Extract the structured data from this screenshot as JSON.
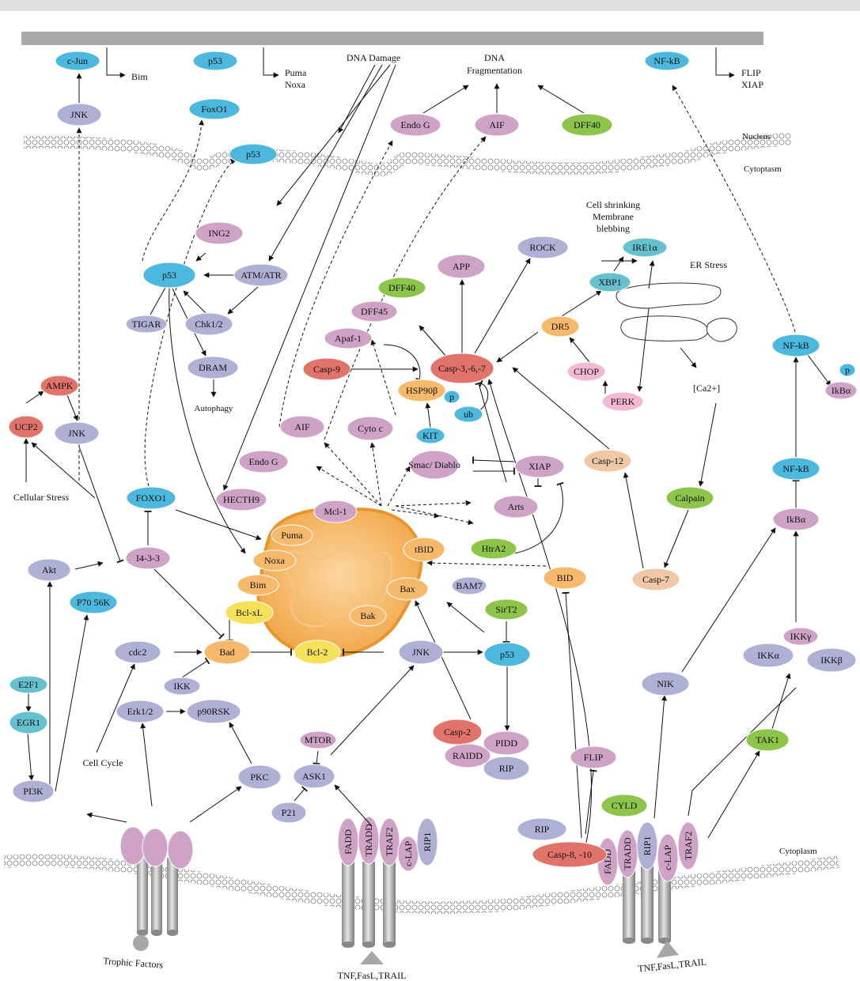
{
  "colors": {
    "lavender": "#aeb0d4",
    "blue": "#4cb8de",
    "pink": "#cfa3c6",
    "red": "#e2736a",
    "green": "#8cc54a",
    "orange": "#f6b96b",
    "yellow": "#f7e15b",
    "teal": "#66c1cf",
    "peach": "#f0c8a6",
    "lightpink": "#f4b8d4",
    "mito": "#f2a548",
    "membrane": "#cfcfcf"
  },
  "labels": {
    "nucleus": "Nucleus",
    "cytoptasm": "Cytoptasm",
    "cytoplasm": "Cytoplasm",
    "dna_damage": "DNA Damage",
    "dna_fragmentation_1": "DNA",
    "dna_fragmentation_2": "Fragmentation",
    "bim_out": "Bim",
    "puma_out": "Puma",
    "noxa_out": "Noxa",
    "flip_out": "FLIP",
    "xiap_out": "XIAP",
    "cell_shrinking": "Cell shrinking",
    "membrane": "Membrane",
    "blebbing": "blebbing",
    "er_stress": "ER Stress",
    "ca2": "[Ca2+]",
    "autophagy": "Autophagy",
    "cellular_stress": "Cellular Stress",
    "cell_cycle": "Cell Cycle",
    "trophic_factors": "Trophic Factors",
    "tnf_left": "TNF,FasL,TRAIL",
    "tnf_right": "TNF,FasL,TRAIL"
  },
  "nodes": [
    {
      "id": "cjun",
      "label": "c-Jun",
      "color": "blue"
    },
    {
      "id": "p53_top",
      "label": "p53",
      "color": "blue"
    },
    {
      "id": "nfkb_top",
      "label": "NF-kB",
      "color": "blue"
    },
    {
      "id": "jnk_top",
      "label": "JNK",
      "color": "lavender"
    },
    {
      "id": "foxo1_top",
      "label": "FoxO1",
      "color": "blue"
    },
    {
      "id": "p53_nuc",
      "label": "p53",
      "color": "blue"
    },
    {
      "id": "endog_top",
      "label": "Endo G",
      "color": "pink"
    },
    {
      "id": "aif_top",
      "label": "AIF",
      "color": "pink"
    },
    {
      "id": "dff40_top",
      "label": "DFF40",
      "color": "green"
    },
    {
      "id": "ing2",
      "label": "ING2",
      "color": "pink"
    },
    {
      "id": "p53_main",
      "label": "p53",
      "color": "blue"
    },
    {
      "id": "atm",
      "label": "ATM/ATR",
      "color": "lavender"
    },
    {
      "id": "chk",
      "label": "Chk1/2",
      "color": "lavender"
    },
    {
      "id": "tigar",
      "label": "TIGAR",
      "color": "lavender"
    },
    {
      "id": "dram",
      "label": "DRAM",
      "color": "lavender"
    },
    {
      "id": "app",
      "label": "APP",
      "color": "pink"
    },
    {
      "id": "rock",
      "label": "ROCK",
      "color": "lavender"
    },
    {
      "id": "ire1a",
      "label": "IRE1α",
      "color": "teal"
    },
    {
      "id": "xbp1",
      "label": "XBP1",
      "color": "teal"
    },
    {
      "id": "dff40_mid",
      "label": "DFF40",
      "color": "green"
    },
    {
      "id": "dff45",
      "label": "DFF45",
      "color": "pink"
    },
    {
      "id": "apaf",
      "label": "Apaf-1",
      "color": "pink"
    },
    {
      "id": "dr5",
      "label": "DR5",
      "color": "orange"
    },
    {
      "id": "casp9",
      "label": "Casp-9",
      "color": "red"
    },
    {
      "id": "casp3",
      "label": "Casp-3,-6,-7",
      "color": "red"
    },
    {
      "id": "hsp90",
      "label": "HSP90β",
      "color": "orange"
    },
    {
      "id": "p_small",
      "label": "p",
      "color": "blue"
    },
    {
      "id": "ub",
      "label": "ub",
      "color": "blue"
    },
    {
      "id": "kit",
      "label": "KIT",
      "color": "blue"
    },
    {
      "id": "chop",
      "label": "CHOP",
      "color": "lightpink"
    },
    {
      "id": "perk",
      "label": "PERK",
      "color": "lightpink"
    },
    {
      "id": "nfkb_mid",
      "label": "NF-kB",
      "color": "blue"
    },
    {
      "id": "p_right",
      "label": "p",
      "color": "blue"
    },
    {
      "id": "ikba_top",
      "label": "IkBα",
      "color": "pink"
    },
    {
      "id": "ampk",
      "label": "AMPK",
      "color": "red"
    },
    {
      "id": "ucp2",
      "label": "UCP2",
      "color": "red"
    },
    {
      "id": "jnk_left",
      "label": "JNK",
      "color": "lavender"
    },
    {
      "id": "aif_mid",
      "label": "AIF",
      "color": "pink"
    },
    {
      "id": "cytoc",
      "label": "Cyto c",
      "color": "pink"
    },
    {
      "id": "endog_mid",
      "label": "Endo G",
      "color": "pink"
    },
    {
      "id": "smac",
      "label": "Smac/ Diablo",
      "color": "pink"
    },
    {
      "id": "xiap",
      "label": "XIAP",
      "color": "pink"
    },
    {
      "id": "casp12",
      "label": "Casp-12",
      "color": "peach"
    },
    {
      "id": "hecth9",
      "label": "HECTH9",
      "color": "pink"
    },
    {
      "id": "foxo1",
      "label": "FOXO1",
      "color": "blue"
    },
    {
      "id": "mcl1",
      "label": "Mcl-1",
      "color": "pink"
    },
    {
      "id": "arts",
      "label": "Arts",
      "color": "pink"
    },
    {
      "id": "calpain",
      "label": "Calpain",
      "color": "green"
    },
    {
      "id": "nfkb_low",
      "label": "NF-kB",
      "color": "blue"
    },
    {
      "id": "puma",
      "label": "Puma",
      "color": "orange"
    },
    {
      "id": "htra2",
      "label": "HtrA2",
      "color": "green"
    },
    {
      "id": "ikba_low",
      "label": "IkBα",
      "color": "pink"
    },
    {
      "id": "noxa",
      "label": "Noxa",
      "color": "orange"
    },
    {
      "id": "tbid",
      "label": "tBID",
      "color": "orange"
    },
    {
      "id": "bid",
      "label": "BID",
      "color": "orange"
    },
    {
      "id": "casp7",
      "label": "Casp-7",
      "color": "peach"
    },
    {
      "id": "akt",
      "label": "Akt",
      "color": "lavender"
    },
    {
      "id": "x1433",
      "label": "I4-3-3",
      "color": "pink"
    },
    {
      "id": "bim",
      "label": "Bim",
      "color": "orange"
    },
    {
      "id": "bax",
      "label": "Bax",
      "color": "orange"
    },
    {
      "id": "bam7",
      "label": "BAM7",
      "color": "lavender"
    },
    {
      "id": "p70",
      "label": "P70 56K",
      "color": "blue"
    },
    {
      "id": "bclxl",
      "label": "Bcl-xL",
      "color": "yellow"
    },
    {
      "id": "sirt2",
      "label": "SirT2",
      "color": "green"
    },
    {
      "id": "bak",
      "label": "Bak",
      "color": "orange"
    },
    {
      "id": "ikkg",
      "label": "IKKγ",
      "color": "pink"
    },
    {
      "id": "cdc2",
      "label": "cdc2",
      "color": "lavender"
    },
    {
      "id": "bad",
      "label": "Bad",
      "color": "orange"
    },
    {
      "id": "bcl2",
      "label": "Bcl-2",
      "color": "yellow"
    },
    {
      "id": "jnk_low",
      "label": "JNK",
      "color": "lavender"
    },
    {
      "id": "p53_low",
      "label": "p53",
      "color": "blue"
    },
    {
      "id": "ikka",
      "label": "IKKα",
      "color": "lavender"
    },
    {
      "id": "ikkb",
      "label": "IKKβ",
      "color": "lavender"
    },
    {
      "id": "nik",
      "label": "NIK",
      "color": "lavender"
    },
    {
      "id": "e2f1",
      "label": "E2F1",
      "color": "teal"
    },
    {
      "id": "ikk",
      "label": "IKK",
      "color": "lavender"
    },
    {
      "id": "egr1",
      "label": "EGR1",
      "color": "teal"
    },
    {
      "id": "erk",
      "label": "Erk1/2",
      "color": "lavender"
    },
    {
      "id": "p90",
      "label": "p90RSK",
      "color": "lavender"
    },
    {
      "id": "casp2",
      "label": "Casp-2",
      "color": "red"
    },
    {
      "id": "pidd",
      "label": "PIDD",
      "color": "pink"
    },
    {
      "id": "mtor",
      "label": "MTOR",
      "color": "pink"
    },
    {
      "id": "raidd",
      "label": "RAIDD",
      "color": "pink"
    },
    {
      "id": "tak1",
      "label": "TAK1",
      "color": "green"
    },
    {
      "id": "flip",
      "label": "FLIP",
      "color": "pink"
    },
    {
      "id": "rip_mid",
      "label": "RIP",
      "color": "lavender"
    },
    {
      "id": "ask1",
      "label": "ASK1",
      "color": "lavender"
    },
    {
      "id": "pkc",
      "label": "PKC",
      "color": "lavender"
    },
    {
      "id": "pi3k",
      "label": "PI3K",
      "color": "lavender"
    },
    {
      "id": "cyld",
      "label": "CYLD",
      "color": "green"
    },
    {
      "id": "p21",
      "label": "P21",
      "color": "lavender"
    },
    {
      "id": "rip_low",
      "label": "RIP",
      "color": "lavender"
    },
    {
      "id": "casp8",
      "label": "Casp-8, -10",
      "color": "red"
    }
  ],
  "receptor_labels": {
    "left": [
      "FADD",
      "TRADD",
      "TRAF2",
      "c-LAP",
      "RIP1"
    ],
    "right": [
      "FADD",
      "TRADD",
      "RIP1",
      "c-LAP",
      "TRAF2"
    ]
  }
}
